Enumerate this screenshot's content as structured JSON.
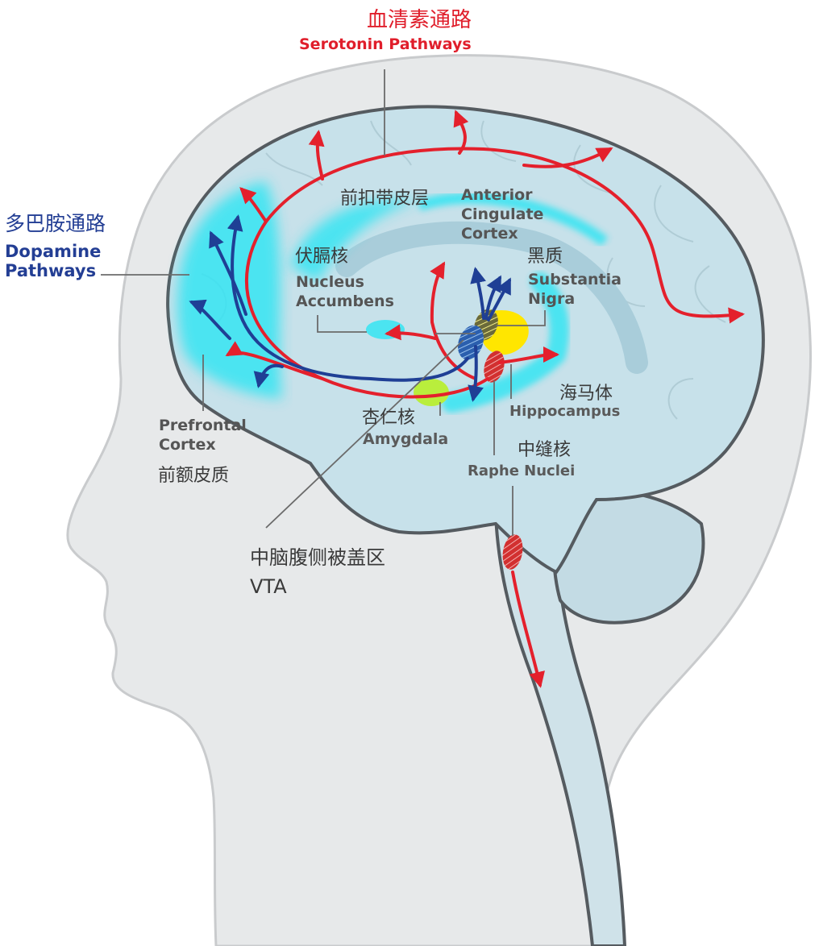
{
  "colors": {
    "serotonin": "#e4202c",
    "dopamine": "#1f3f95",
    "highlight_cyan": "#35e4f2",
    "substantia_nigra": "#ffe600",
    "amygdala": "#b9ee3c",
    "head_fill": "#e7e9ea",
    "head_outline": "#c4c6c8",
    "brain_fill": "#c7e1ea",
    "brain_outline": "#555b60"
  },
  "serotonin": {
    "cn": "血清素通路",
    "en": "Serotonin Pathways"
  },
  "dopamine": {
    "cn": "多巴胺通路",
    "en_lines": [
      "Dopamine",
      "Pathways"
    ]
  },
  "acc": {
    "cn": "前扣带皮层",
    "en_lines": [
      "Anterior",
      "Cingulate",
      "Cortex"
    ]
  },
  "nacc": {
    "cn": "伏膈核",
    "en_lines": [
      "Nucleus",
      "Accumbens"
    ]
  },
  "sn": {
    "cn": "黑质",
    "en_lines": [
      "Substantia",
      "Nigra"
    ]
  },
  "hippocampus": {
    "cn": "海马体",
    "en": "Hippocampus"
  },
  "pfc": {
    "en_lines": [
      "Prefrontal",
      "Cortex"
    ],
    "cn": "前额皮质"
  },
  "amygdala": {
    "cn": "杏仁核",
    "en": "Amygdala"
  },
  "raphe": {
    "cn": "中缝核",
    "en": "Raphe Nuclei"
  },
  "vta": {
    "cn": "中脑腹侧被盖区",
    "en": "VTA"
  }
}
